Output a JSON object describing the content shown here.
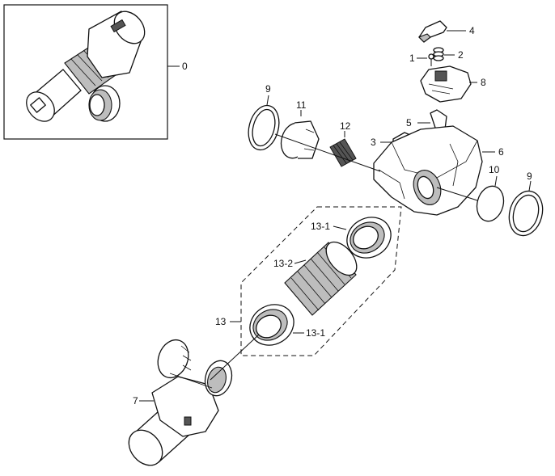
{
  "labels": {
    "p0": "0",
    "p1": "1",
    "p2": "2",
    "p3": "3",
    "p4": "4",
    "p5": "5",
    "p6": "6",
    "p7": "7",
    "p8": "8",
    "p9a": "9",
    "p9b": "9",
    "p10": "10",
    "p11": "11",
    "p12": "12",
    "p13": "13",
    "p13_1a": "13-1",
    "p13_2": "13-2",
    "p13_1b": "13-1"
  }
}
